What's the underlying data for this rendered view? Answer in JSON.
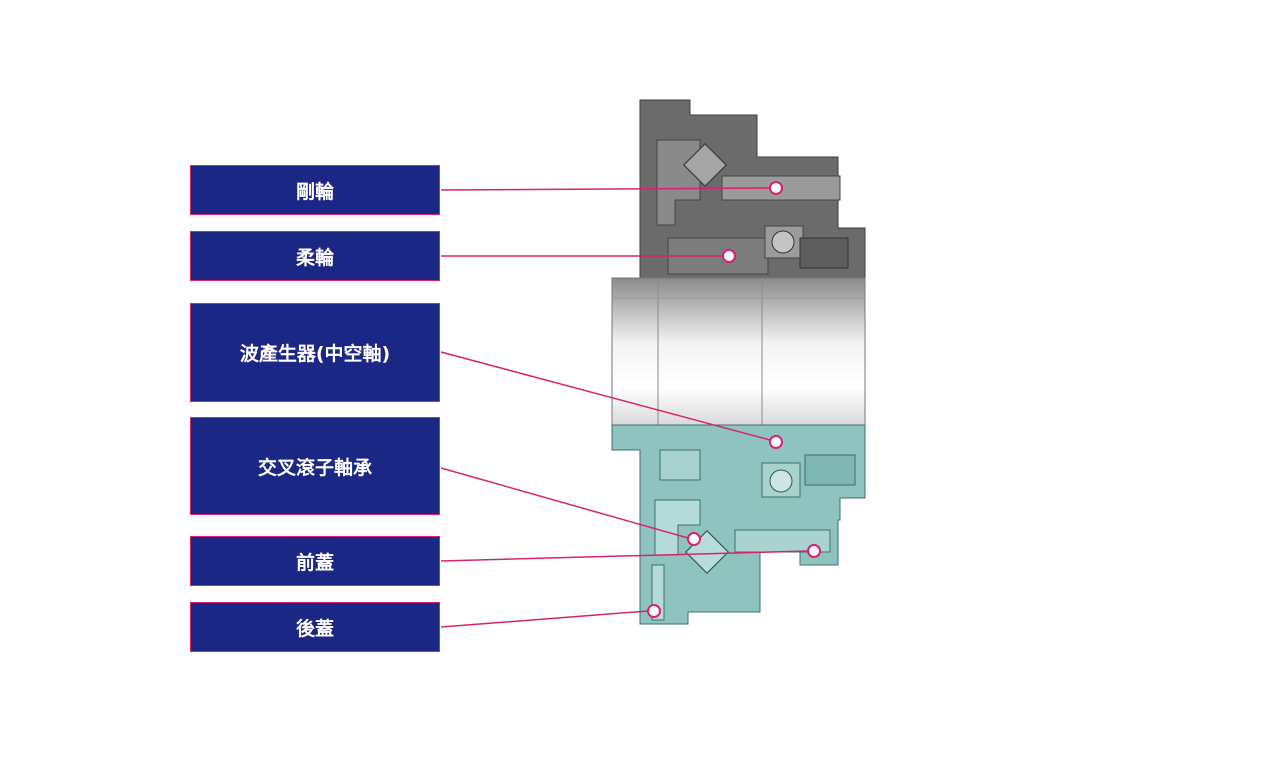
{
  "labels": [
    {
      "text": "剛輪"
    },
    {
      "text": "柔輪"
    },
    {
      "text": "波產生器(中空軸)"
    },
    {
      "text": "交叉滾子軸承"
    },
    {
      "text": "前蓋"
    },
    {
      "text": "後蓋"
    }
  ],
  "colors": {
    "label_fill": "#1b2784",
    "accent": "#d7236f",
    "housing_gray": "#6e6e6e",
    "shaft_silver": "#c8c8c8",
    "cover_teal": "#8fc3bf"
  }
}
